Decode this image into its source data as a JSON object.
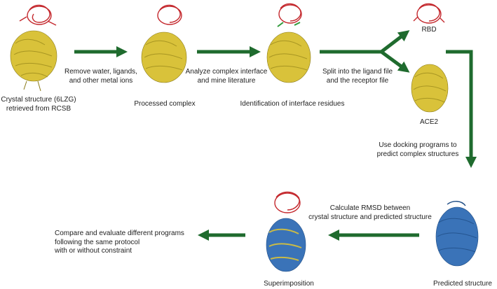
{
  "labels": {
    "crystal": "Crystal structure (6LZG)\nretrieved from RCSB",
    "processed": "Processed complex",
    "interface": "Identification of interface residues",
    "rbd": "RBD",
    "ace2": "ACE2",
    "predicted": "Predicted structure",
    "superimposition": "Superimposition"
  },
  "steps": {
    "remove": "Remove water, ligands,\nand other metal ions",
    "analyze": "Analyze complex interface\nand mine literature",
    "split": "Split into the ligand file\nand the receptor file",
    "docking": "Use docking programs to\npredict complex structures",
    "rmsd": "Calculate RMSD between\ncrystal structure and predicted structure",
    "compare": "Compare and evaluate different programs\nfollowing the same protocol\nwith or without constraint"
  },
  "colors": {
    "arrow": "#1f6b2e",
    "ligand": "#c4282d",
    "receptor_crystal": "#d9c23a",
    "receptor_predicted": "#3a73b8"
  }
}
